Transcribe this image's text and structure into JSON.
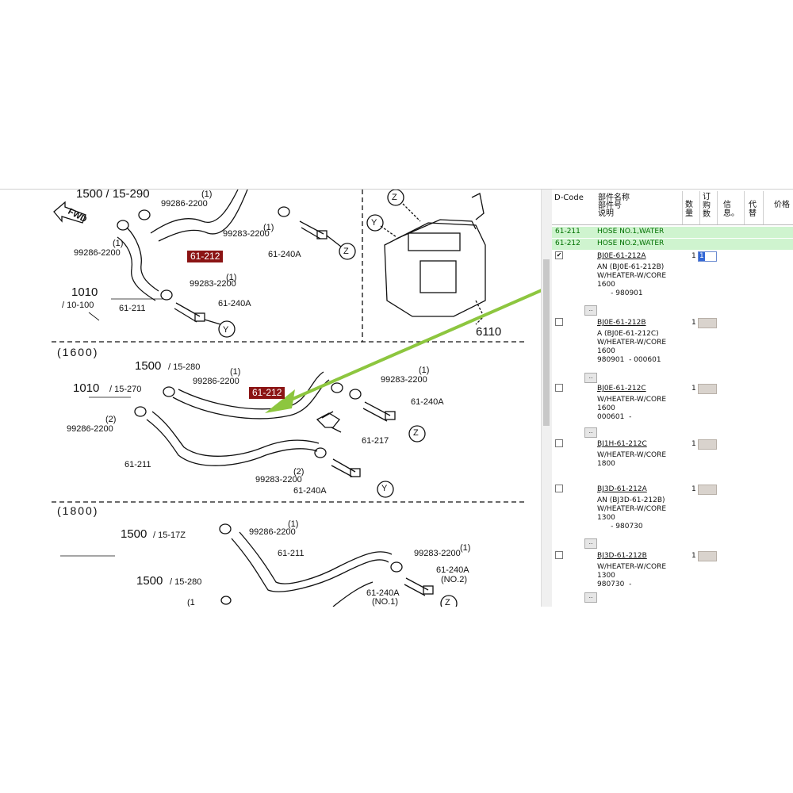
{
  "diagram": {
    "top": {
      "ref_1500_290": "1500 / 15-290",
      "ref_1010_100_a": "1010",
      "ref_1010_100_b": "/ 10-100",
      "p99286_q": "(1)",
      "p99286": "99286-2200",
      "p99286_b_q": "(1)",
      "p99286_b": "99286-2200",
      "p99283_a_q": "(1)",
      "p99283_a": "99283-2200",
      "p99283_b_q": "(1)",
      "p99283_b": "99283-2200",
      "p61_212": "61-212",
      "p61_240a_a": "61-240A",
      "p61_240a_b": "61-240A",
      "p61_211": "61-211",
      "z": "Z",
      "y": "Y",
      "fwd": "FWD",
      "ref_6110": "6110",
      "unit_z": "Z",
      "unit_y": "Y"
    },
    "sec1600": {
      "title": "(1600)",
      "ref_1500_280_a": "1500",
      "ref_1500_280_b": "/ 15-280",
      "ref_1010_270_a": "1010",
      "ref_1010_270_b": "/ 15-270",
      "p99286_q": "(1)",
      "p99286": "99286-2200",
      "p99286_2_q": "(2)",
      "p99286_2": "99286-2200",
      "p61_212": "61-212",
      "p99283_q": "(1)",
      "p99283": "99283-2200",
      "p99283_2_q": "(2)",
      "p99283_2": "99283-2200",
      "p61_240a_a": "61-240A",
      "p61_240a_b": "61-240A",
      "p61_217": "61-217",
      "p61_211": "61-211",
      "z": "Z",
      "y": "Y"
    },
    "sec1800": {
      "title": "(1800)",
      "ref_1500_17z_a": "1500",
      "ref_1500_17z_b": "/ 15-17Z",
      "ref_1500_280_a": "1500",
      "ref_1500_280_b": "/ 15-280",
      "p99286_q": "(1)",
      "p99286": "99286-2200",
      "p61_211": "61-211",
      "p99283_q": "(1)",
      "p99283": "99283-2200",
      "p61_240a_a": "61-240A",
      "p61_240a_a_sub": "(NO.2)",
      "p61_240a_b": "61-240A",
      "p61_240a_b_sub": "(NO.1)",
      "q1": "(1",
      "z": "Z"
    }
  },
  "panel": {
    "header": {
      "dcode": "D-Code",
      "name_1": "部件名称",
      "name_2": "部件号",
      "name_3": "说明",
      "qty": "数量",
      "order": "订购数",
      "info": "信息。",
      "sub": "代替",
      "price": "价格"
    },
    "green_rows": [
      {
        "code": "61-211",
        "desc": "HOSE NO.1,WATER"
      },
      {
        "code": "61-212",
        "desc": "HOSE NO.2,WATER"
      }
    ],
    "parts": [
      {
        "checked": "✔",
        "pn": "BJ0E-61-212A",
        "qty": "1",
        "order": "1",
        "lines": [
          "AN (BJ0E-61-212B)",
          "W/HEATER-W/CORE",
          "1600",
          "      - 980901"
        ]
      },
      {
        "checked": "",
        "pn": "BJ0E-61-212B",
        "qty": "1",
        "order": "",
        "lines": [
          "A (BJ0E-61-212C)",
          "W/HEATER-W/CORE",
          "1600",
          "980901  - 000601"
        ]
      },
      {
        "checked": "",
        "pn": "BJ0E-61-212C",
        "qty": "1",
        "order": "",
        "lines": [
          "W/HEATER-W/CORE",
          "1600",
          "000601  -"
        ]
      },
      {
        "checked": "",
        "pn": "BJ1H-61-212C",
        "qty": "1",
        "order": "",
        "lines": [
          "W/HEATER-W/CORE",
          "1800"
        ]
      },
      {
        "checked": "",
        "pn": "BJ3D-61-212A",
        "qty": "1",
        "order": "",
        "lines": [
          "AN (BJ3D-61-212B)",
          "W/HEATER-W/CORE",
          "1300",
          "      - 980730"
        ]
      },
      {
        "checked": "",
        "pn": "BJ3D-61-212B",
        "qty": "1",
        "order": "",
        "lines": [
          "W/HEATER-W/CORE",
          "1300",
          "980730  -"
        ]
      }
    ],
    "more": ".."
  }
}
